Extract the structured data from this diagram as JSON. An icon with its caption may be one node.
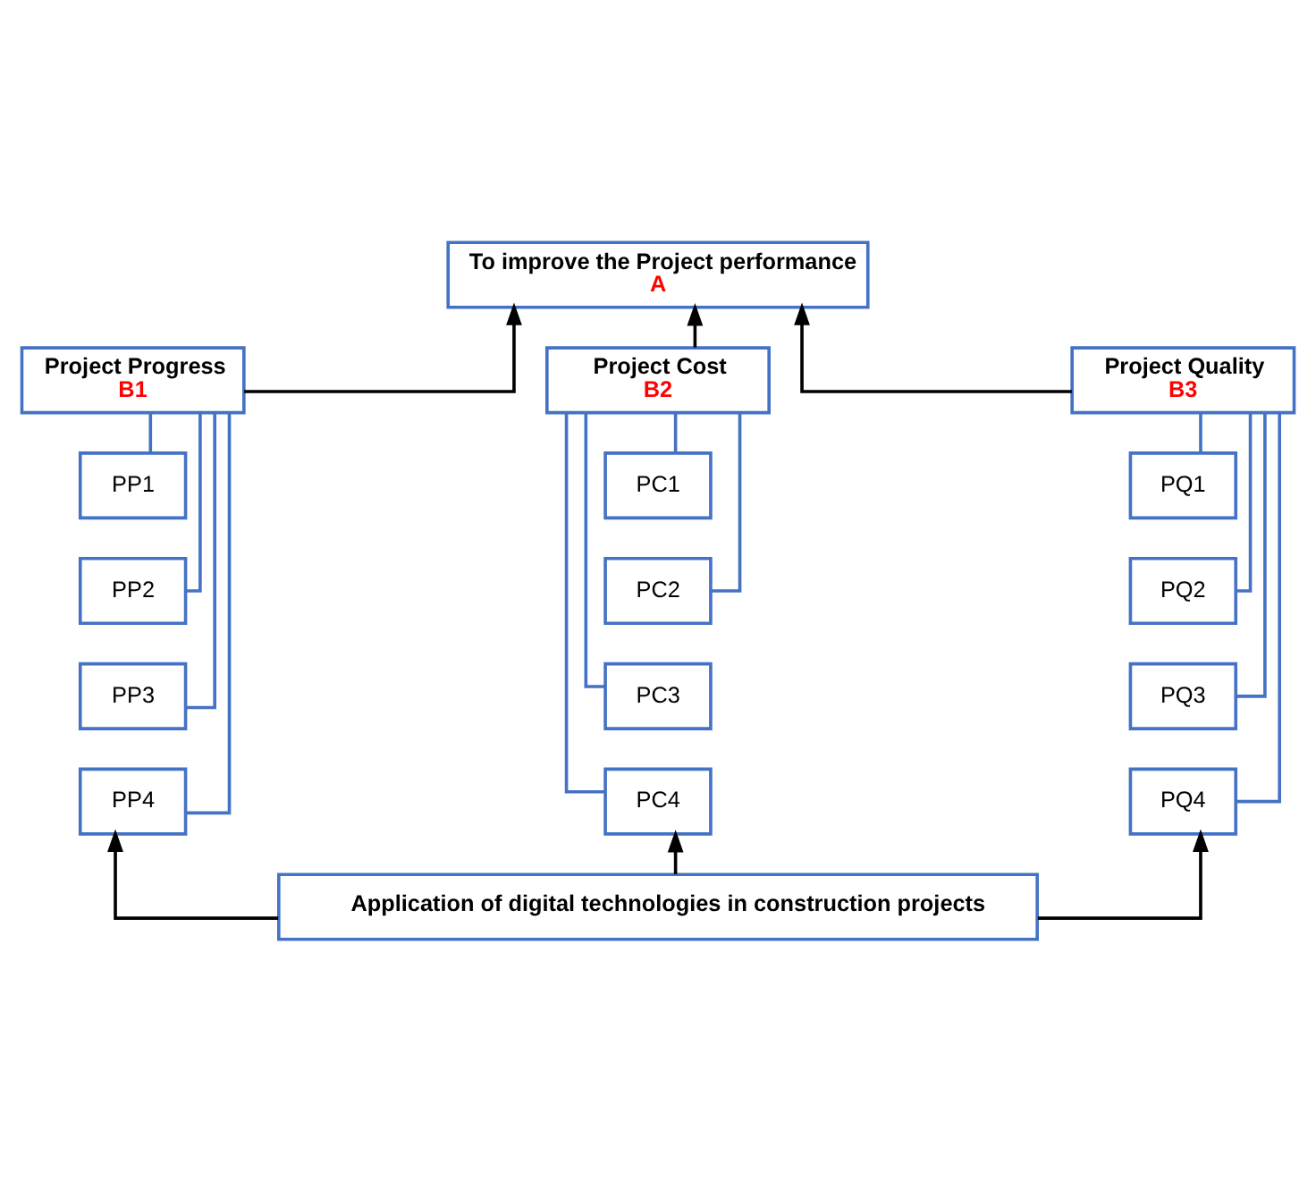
{
  "diagram": {
    "nodes": [
      {
        "text": [
          "To improve the Project performance",
          "A"
        ]
      },
      {
        "text": [
          "Project Progress",
          "B1"
        ]
      },
      {
        "text": [
          "Project Cost",
          "B2"
        ]
      },
      {
        "text": [
          "Project Quality",
          "B3"
        ]
      },
      {
        "text": [
          "PP1"
        ]
      },
      {
        "text": [
          "PP2"
        ]
      },
      {
        "text": [
          "PP3"
        ]
      },
      {
        "text": [
          "PP4"
        ]
      },
      {
        "text": [
          "PC1"
        ]
      },
      {
        "text": [
          "PC2"
        ]
      },
      {
        "text": [
          "PC3"
        ]
      },
      {
        "text": [
          "PC4"
        ]
      },
      {
        "text": [
          "PQ1"
        ]
      },
      {
        "text": [
          "PQ2"
        ]
      },
      {
        "text": [
          "PQ3"
        ]
      },
      {
        "text": [
          "PQ4"
        ]
      },
      {
        "text": [
          "Application of digital technologies in construction projects"
        ]
      }
    ],
    "edges": [
      {
        "from": 1,
        "to": 0,
        "arrow": "to",
        "color": "#000000"
      },
      {
        "from": 2,
        "to": 0,
        "arrow": "to",
        "color": "#000000"
      },
      {
        "from": 3,
        "to": 0,
        "arrow": "to",
        "color": "#000000"
      },
      {
        "from": 1,
        "to": 4,
        "arrow": "none"
      },
      {
        "from": 1,
        "to": 5,
        "arrow": "none"
      },
      {
        "from": 1,
        "to": 6,
        "arrow": "none"
      },
      {
        "from": 1,
        "to": 7,
        "arrow": "none"
      },
      {
        "from": 2,
        "to": 8,
        "arrow": "none"
      },
      {
        "from": 2,
        "to": 9,
        "arrow": "none"
      },
      {
        "from": 2,
        "to": 10,
        "arrow": "none"
      },
      {
        "from": 2,
        "to": 11,
        "arrow": "none"
      },
      {
        "from": 3,
        "to": 12,
        "arrow": "none"
      },
      {
        "from": 3,
        "to": 13,
        "arrow": "none"
      },
      {
        "from": 3,
        "to": 14,
        "arrow": "none"
      },
      {
        "from": 3,
        "to": 15,
        "arrow": "none"
      },
      {
        "from": 16,
        "to": 7,
        "arrow": "to",
        "color": "#000000"
      },
      {
        "from": 16,
        "to": 11,
        "arrow": "to",
        "color": "#000000"
      },
      {
        "from": 16,
        "to": 15,
        "arrow": "to",
        "color": "#000000"
      }
    ]
  }
}
